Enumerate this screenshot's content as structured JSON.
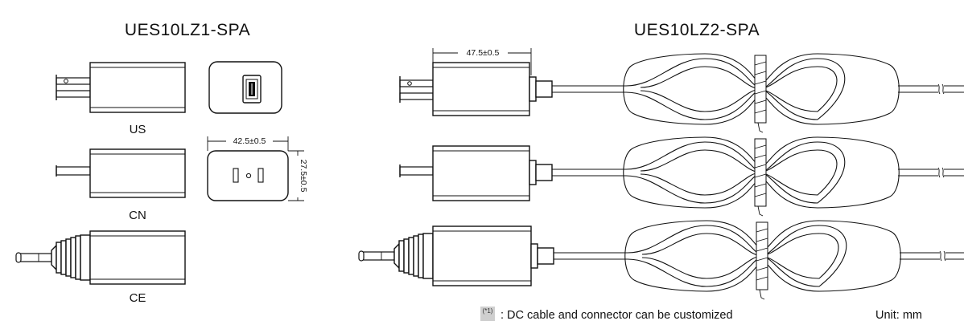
{
  "left_section": {
    "title": "UES10LZ1-SPA",
    "labels": {
      "us": "US",
      "cn": "CN",
      "ce": "CE"
    },
    "dimensions": {
      "width": "42.5±0.5",
      "height": "27.5±0.5"
    }
  },
  "right_section": {
    "title": "UES10LZ2-SPA",
    "dimensions": {
      "length": "47.5±0.5"
    }
  },
  "footer": {
    "note_marker": "(*1)",
    "note_text": ": DC cable and connector can be customized",
    "unit": "Unit: mm"
  }
}
